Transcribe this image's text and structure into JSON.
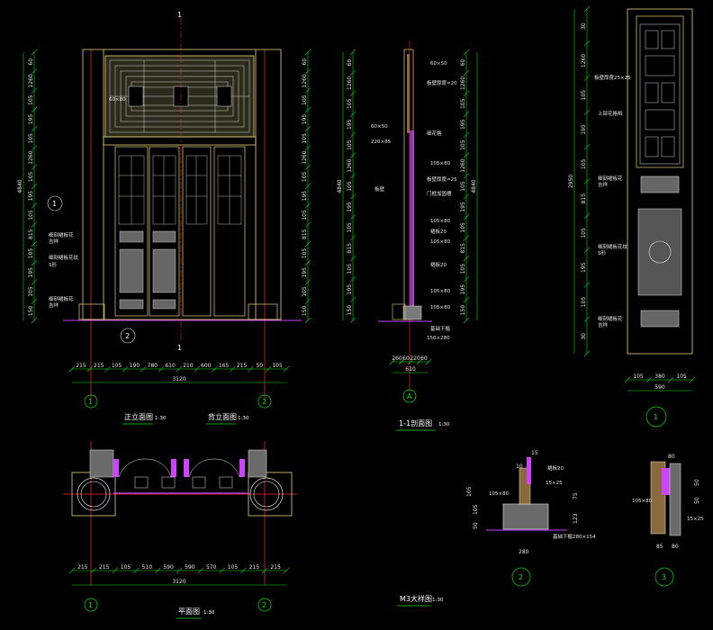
{
  "views": {
    "front": {
      "title": "正立面图",
      "scale": "1:30"
    },
    "back": {
      "title": "背立面图",
      "scale": "1:30"
    },
    "section": {
      "title": "1-1剖面图",
      "scale": "1:30"
    },
    "plan": {
      "title": "平面图",
      "scale": "1:30"
    },
    "detail": {
      "title": "M3大样图",
      "scale": "1:30"
    }
  },
  "markers": {
    "cut": "1",
    "grid_left": "1",
    "grid_right": "2",
    "axis_a": "A",
    "detail_1": "1",
    "detail_2": "2",
    "detail_3": "3",
    "callout_1": "1",
    "callout_2": "2"
  },
  "front_elev": {
    "left_dims": [
      "60",
      "1260",
      "105",
      "195",
      "105",
      "1260",
      "105",
      "195",
      "105",
      "815",
      "105",
      "195",
      "105",
      "150"
    ],
    "left_total": "4840",
    "right_dims": [
      "60",
      "1260",
      "105",
      "195",
      "105",
      "1260",
      "105",
      "195",
      "105",
      "815",
      "105",
      "195",
      "105",
      "150"
    ],
    "bottom_dims": [
      "215",
      "215",
      "105",
      "190",
      "780",
      "610",
      "210",
      "600",
      "165",
      "215",
      "50",
      "105"
    ],
    "bottom_total": "3120",
    "notes": {
      "top_member": "60×80",
      "panel_a_1": "细刻裙板花",
      "panel_a_2": "吉祥",
      "panel_b_1": "细刻裙板花纹",
      "panel_b_2": "S形",
      "panel_c_1": "细刻裙板花",
      "panel_c_2": "吉祥"
    }
  },
  "section_elev": {
    "left_dims": [
      "60",
      "1260",
      "105",
      "195",
      "105",
      "1260",
      "105",
      "195",
      "105",
      "815",
      "105",
      "195",
      "150"
    ],
    "left_total": "4840",
    "right_dims": [
      "60",
      "1260",
      "105",
      "195",
      "105",
      "1260",
      "105",
      "195",
      "105",
      "815",
      "105",
      "195",
      "150"
    ],
    "right_total": "4840",
    "bottom_dims": [
      "260",
      "60",
      "220",
      "60"
    ],
    "bottom_total": "610",
    "notes": [
      "60×50",
      "板壁厚度=20",
      "60×50",
      "220×85",
      "细花格",
      "105×80",
      "板壁厚度=25",
      "板壁",
      "门框加固槽",
      "105×80",
      "裙板20",
      "105×80",
      "裙板20",
      "105×80",
      "105×80",
      "基础下槛",
      "150×280"
    ]
  },
  "leaf_elev": {
    "dims": [
      "30",
      "1260",
      "105",
      "195",
      "105",
      "815",
      "105",
      "195",
      "105",
      "30"
    ],
    "total": "2950",
    "bottom_dims": [
      "105",
      "380",
      "105"
    ],
    "bottom_total": "590",
    "notes": [
      "板壁厚度25×25",
      "上部花格档",
      "细刻裙板花",
      "吉祥",
      "细刻裙板花纹",
      "S形",
      "细刻裙板花",
      "吉祥"
    ]
  },
  "plan": {
    "bottom_dims": [
      "215",
      "215",
      "105",
      "510",
      "590",
      "590",
      "570",
      "105",
      "215",
      "215"
    ],
    "bottom_total": "3120"
  },
  "detail2": {
    "labels": [
      "裙板20",
      "15×25",
      "105×80",
      "基础下槛280×154"
    ],
    "dims_left": [
      "105",
      "105",
      "50"
    ],
    "dims_right": [
      "75",
      "123"
    ],
    "bottom": "280",
    "top_dims": [
      "10",
      "15"
    ]
  },
  "detail3": {
    "labels": [
      "105×80",
      "15×25"
    ],
    "dims_top": [
      "80"
    ],
    "dims_right": [
      "50",
      "50"
    ],
    "bottom": [
      "85",
      "80"
    ]
  }
}
